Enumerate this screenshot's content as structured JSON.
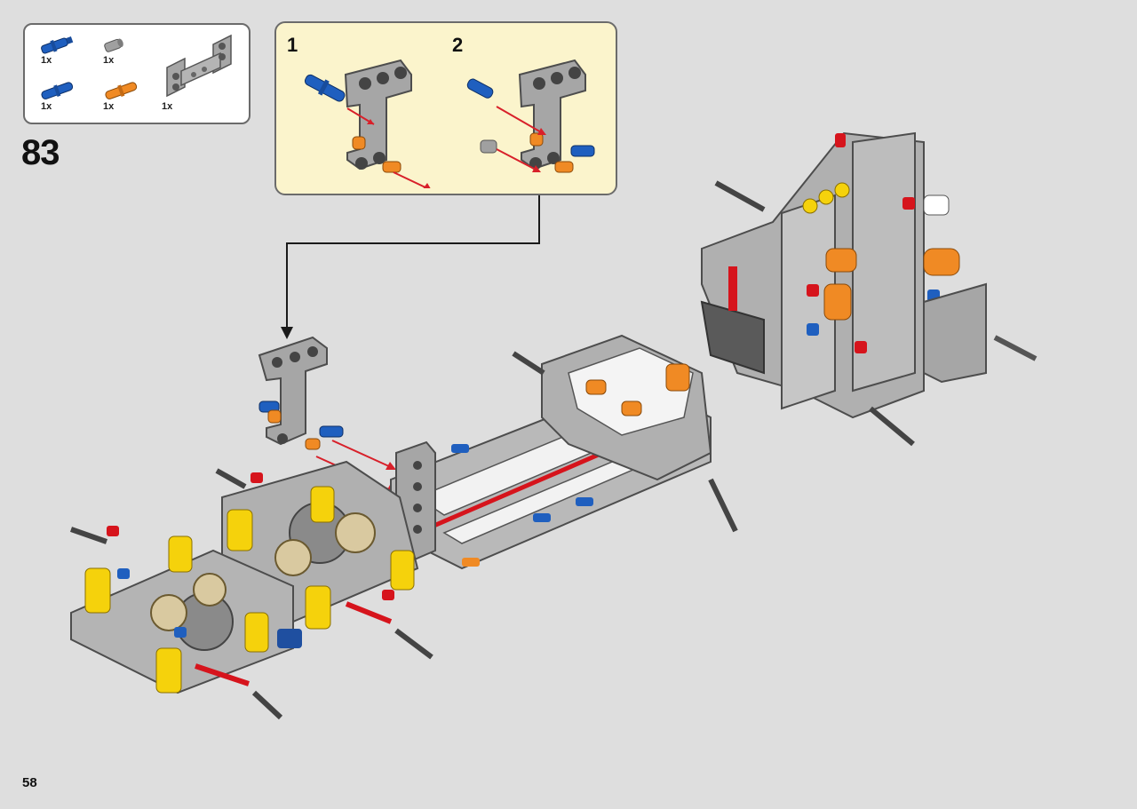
{
  "step": {
    "number": "83"
  },
  "parts_list": {
    "items": [
      {
        "qty": "1x",
        "icon": "blue-axle-pin-icon",
        "color": "#1f5fbf"
      },
      {
        "qty": "1x",
        "icon": "gray-bush-icon",
        "color": "#9a9a9a"
      },
      {
        "qty": "1x",
        "icon": "blue-pin-icon",
        "color": "#1f5fbf"
      },
      {
        "qty": "1x",
        "icon": "orange-pin-icon",
        "color": "#f08a24"
      },
      {
        "qty": "1x",
        "icon": "gray-h-frame-icon",
        "color": "#a6a6a6"
      }
    ]
  },
  "substeps": [
    {
      "label": "1"
    },
    {
      "label": "2"
    }
  ],
  "page": {
    "number": "58"
  },
  "colors": {
    "background": "#dedede",
    "callout_fill": "#fbf4cc",
    "beam_gray": "#a6a6a6",
    "technic_blue": "#1f5fbf",
    "technic_orange": "#f08a24",
    "technic_yellow": "#f5d20c",
    "technic_red": "#d6141c",
    "arrow_red": "#d8202a"
  }
}
